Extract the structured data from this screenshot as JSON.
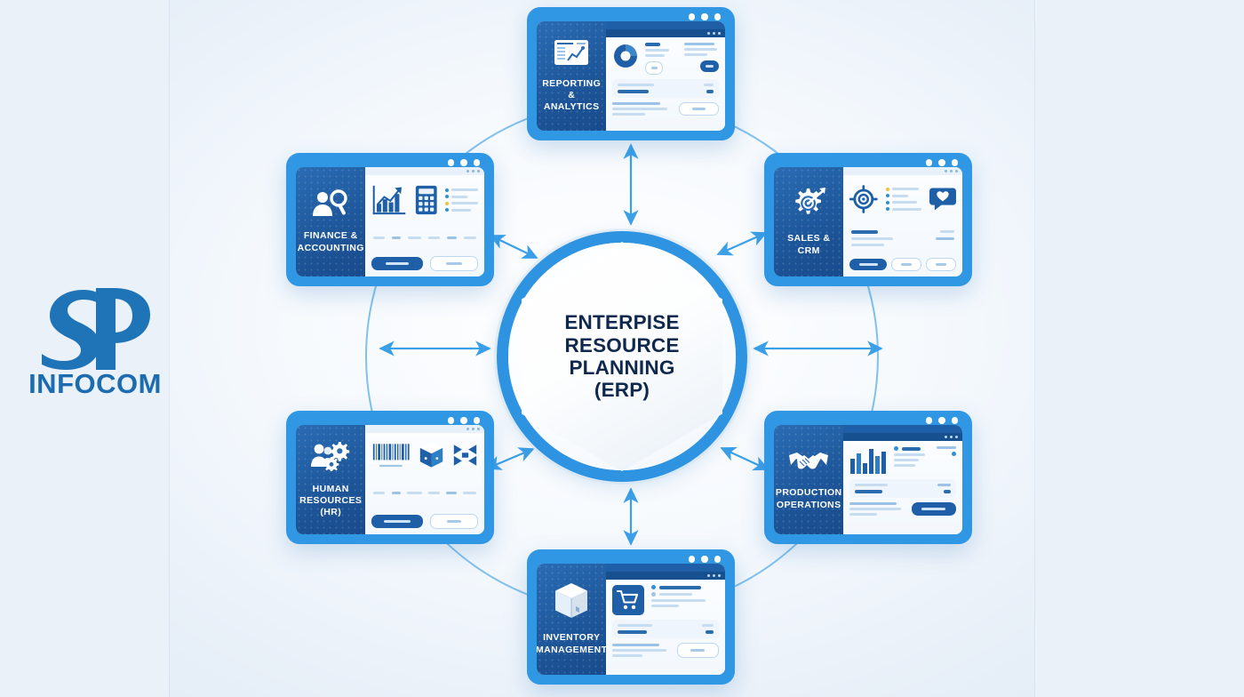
{
  "meta": {
    "diagram_title": "Enterprise Resource Planning (ERP) Modules",
    "accent_blue": "#2f97e3",
    "panel_blue": "#1d5598",
    "deep_navy": "#10284e",
    "logo_blue": "#1e6cb0",
    "background": "#edf3fa"
  },
  "logo": {
    "monogram": "SP",
    "wordmark": "INFOCOM",
    "icon": "sp-monogram-icon"
  },
  "hub": {
    "line1": "ENTERPISE",
    "line2": "RESOURCE",
    "line3": "PLANNING",
    "line4": "(ERP)",
    "shape": "hexagon-in-ring"
  },
  "arrows": {
    "style": "double-headed",
    "color": "#3ba0e8",
    "count": 6,
    "directions": [
      "up",
      "down",
      "left",
      "right",
      "up-left",
      "up-right",
      "down-left",
      "down-right"
    ]
  },
  "cards": [
    {
      "id": "reporting",
      "label_line1": "REPORTING &",
      "label_line2": "ANALYTICS",
      "icon": "chart-dashboard-icon",
      "window_dots": 3,
      "content_icons": [
        "donut-chart-icon"
      ],
      "buttons": [
        "primary-action",
        "ghost-action",
        "secondary-action"
      ]
    },
    {
      "id": "finance",
      "label_line1": "FINANCE &",
      "label_line2": "ACCOUNTING",
      "icon": "person-magnifier-icon",
      "window_dots": 3,
      "content_icons": [
        "bar-chart-growth-icon",
        "calculator-icon"
      ],
      "buttons": [
        "primary-action",
        "ghost-action"
      ]
    },
    {
      "id": "sales",
      "label_line1": "SALES & CRM",
      "label_line2": "",
      "icon": "gear-target-dart-icon",
      "window_dots": 3,
      "content_icons": [
        "crosshair-target-icon",
        "heart-speech-bubble-icon"
      ],
      "buttons": [
        "primary-action",
        "ghost-action",
        "secondary-action"
      ]
    },
    {
      "id": "hr",
      "label_line1": "HUMAN",
      "label_line2": "RESOURCES",
      "label_line3": "(HR)",
      "icon": "people-gears-icon",
      "window_dots": 3,
      "content_icons": [
        "barcode-icon",
        "cube-box-icon",
        "transfer-arrows-icon"
      ],
      "buttons": [
        "primary-action",
        "ghost-action"
      ]
    },
    {
      "id": "production",
      "label_line1": "PRODUCTION",
      "label_line2": "OPERATIONS",
      "icon": "handshake-icon",
      "window_dots": 3,
      "content_icons": [
        "bar-chart-icon"
      ],
      "buttons": [
        "primary-action"
      ]
    },
    {
      "id": "inventory",
      "label_line1": "INVENTORY",
      "label_line2": "MANAGEMENT",
      "icon": "cube-box-icon",
      "window_dots": 3,
      "content_icons": [
        "shopping-cart-icon"
      ],
      "buttons": [
        "primary-action"
      ]
    }
  ]
}
